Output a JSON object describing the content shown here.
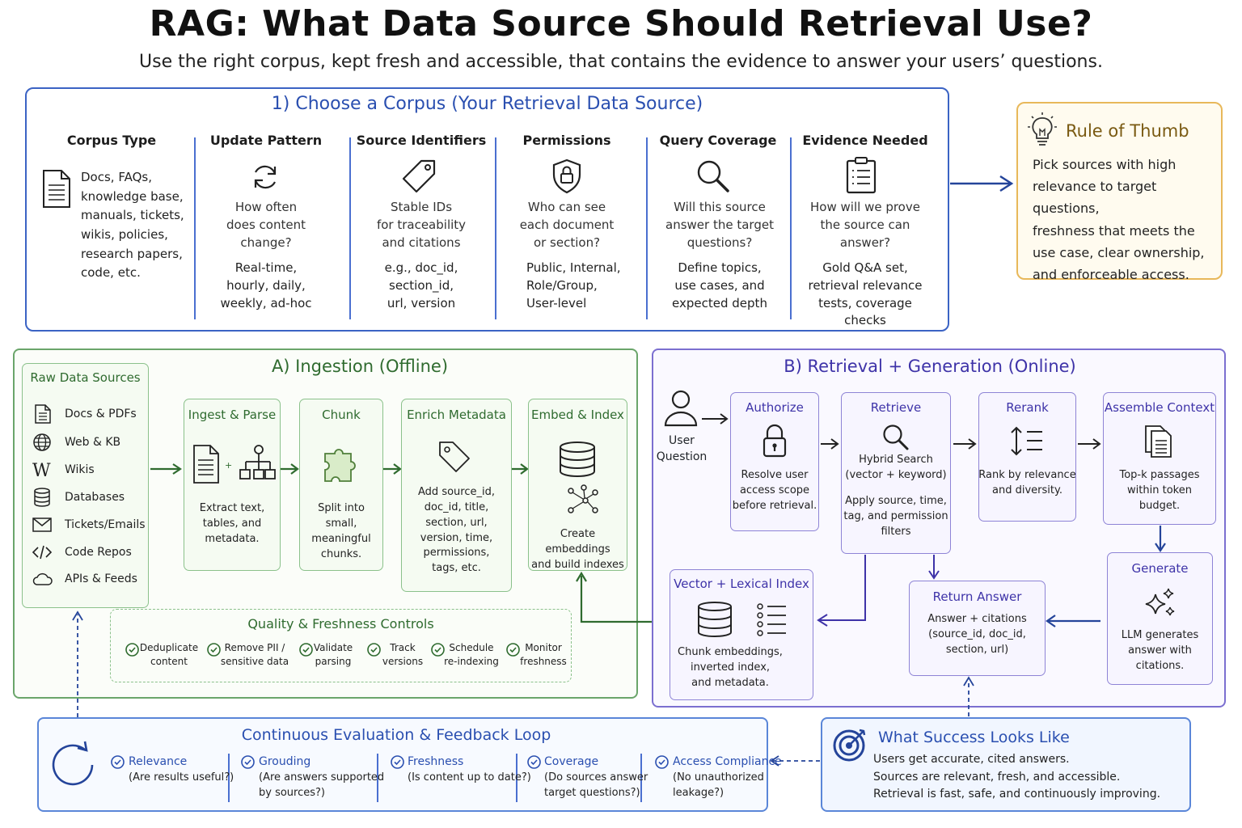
{
  "title": "RAG: What Data Source Should Retrieval Use?",
  "subtitle": "Use the right corpus, kept fresh and accessible, that contains the evidence to answer your users’ questions.",
  "corpus": {
    "title": "1) Choose a Corpus (Your Retrieval Data Source)",
    "columns": [
      {
        "header": "Corpus Type",
        "icon": "document-icon",
        "answer": [
          "Docs, FAQs,",
          "knowledge base,",
          "manuals, tickets,",
          "wikis, policies,",
          "research papers,",
          "code, etc."
        ]
      },
      {
        "header": "Update Pattern",
        "icon": "refresh-icon",
        "question": [
          "How often",
          "does content",
          "change?"
        ],
        "answer": [
          "Real-time,",
          "hourly, daily,",
          "weekly, ad-hoc"
        ]
      },
      {
        "header": "Source Identifiers",
        "icon": "tag-icon",
        "question": [
          "Stable IDs",
          "for traceability",
          "and citations"
        ],
        "answer": [
          "e.g., doc_id,",
          "section_id,",
          "url, version"
        ]
      },
      {
        "header": "Permissions",
        "icon": "shield-lock-icon",
        "question": [
          "Who can see",
          "each document",
          "or section?"
        ],
        "answer": [
          "Public, Internal,",
          "Role/Group,",
          "User-level"
        ]
      },
      {
        "header": "Query Coverage",
        "icon": "magnifier-icon",
        "question": [
          "Will this source",
          "answer the target",
          "questions?"
        ],
        "answer": [
          "Define topics,",
          "use cases, and",
          "expected depth"
        ]
      },
      {
        "header": "Evidence Needed",
        "icon": "clipboard-icon",
        "question": [
          "How will we prove",
          "the source can",
          "answer?"
        ],
        "answer": [
          "Gold Q&A set,",
          "retrieval relevance",
          "tests, coverage",
          "checks"
        ]
      }
    ]
  },
  "rule": {
    "title": "Rule of Thumb",
    "icon": "lightbulb-icon",
    "lines": [
      "Pick sources with high",
      "relevance to target questions,",
      "freshness that meets the",
      "use case, clear ownership,",
      "and enforceable access."
    ]
  },
  "ingestion": {
    "title": "A) Ingestion (Offline)",
    "raw": {
      "title": "Raw Data Sources",
      "items": [
        {
          "label": "Docs & PDFs",
          "icon": "document-icon"
        },
        {
          "label": "Web & KB",
          "icon": "globe-icon"
        },
        {
          "label": "Wikis",
          "icon": "wikipedia-icon"
        },
        {
          "label": "Databases",
          "icon": "database-icon"
        },
        {
          "label": "Tickets/Emails",
          "icon": "envelope-icon"
        },
        {
          "label": "Code Repos",
          "icon": "code-icon"
        },
        {
          "label": "APIs & Feeds",
          "icon": "cloud-icon"
        }
      ]
    },
    "steps": [
      {
        "title": "Ingest & Parse",
        "lines": [
          "Extract text,",
          "tables, and",
          "metadata."
        ]
      },
      {
        "title": "Chunk",
        "lines": [
          "Split into",
          "small, meaningful",
          "chunks."
        ]
      },
      {
        "title": "Enrich Metadata",
        "lines": [
          "Add source_id,",
          "doc_id, title,",
          "section, url,",
          "version, time,",
          "permissions,",
          "tags, etc."
        ]
      },
      {
        "title": "Embed & Index",
        "lines": [
          "Create embeddings",
          "and build indexes"
        ]
      }
    ],
    "quality": {
      "title": "Quality & Freshness Controls",
      "items": [
        [
          "Deduplicate",
          "content"
        ],
        [
          "Remove PII /",
          "sensitive data"
        ],
        [
          "Validate",
          "parsing"
        ],
        [
          "Track",
          "versions"
        ],
        [
          "Schedule",
          "re-indexing"
        ],
        [
          "Monitor",
          "freshness"
        ]
      ]
    }
  },
  "retrieval": {
    "title": "B) Retrieval + Generation (Online)",
    "user": [
      "User",
      "Question"
    ],
    "authorize": {
      "title": "Authorize",
      "lines": [
        "Resolve user",
        "access scope",
        "before retrieval."
      ]
    },
    "retrieve": {
      "title": "Retrieve",
      "lines": [
        "Hybrid Search",
        "(vector + keyword)"
      ],
      "lines2": [
        "Apply source, time,",
        "tag, and permission",
        "filters"
      ]
    },
    "rerank": {
      "title": "Rerank",
      "lines": [
        "Rank by relevance",
        "and diversity."
      ]
    },
    "assemble": {
      "title": "Assemble Context",
      "lines": [
        "Top-k passages",
        "within token",
        "budget."
      ]
    },
    "index": {
      "title": "Vector + Lexical Index",
      "lines": [
        "Chunk embeddings,",
        "inverted index,",
        "and metadata."
      ]
    },
    "answer": {
      "title": "Return Answer",
      "lines": [
        "Answer + citations",
        "(source_id, doc_id,",
        "section, url)"
      ]
    },
    "generate": {
      "title": "Generate",
      "lines": [
        "LLM generates",
        "answer with",
        "citations."
      ]
    }
  },
  "evaluation": {
    "title": "Continuous Evaluation & Feedback Loop",
    "items": [
      {
        "title": "Relevance",
        "lines": [
          "(Are results useful?)"
        ]
      },
      {
        "title": "Grouding",
        "lines": [
          "(Are answers supported",
          "by sources?)"
        ]
      },
      {
        "title": "Freshness",
        "lines": [
          "(Is content up to date?)"
        ]
      },
      {
        "title": "Coverage",
        "lines": [
          "(Do sources answer",
          "target questions?)"
        ]
      },
      {
        "title": "Access Compliance",
        "lines": [
          "(No unauthorized",
          "leakage?)"
        ]
      }
    ]
  },
  "success": {
    "title": "What Success Looks Like",
    "lines": [
      "Users get accurate, cited answers.",
      "Sources are relevant, fresh, and accessible.",
      "Retrieval is fast, safe, and continuously improving."
    ]
  },
  "colors": {
    "blue": "#2a4fb0",
    "green": "#2f6b2f",
    "purple": "#3e33a8",
    "amber": "#e8b85a"
  }
}
